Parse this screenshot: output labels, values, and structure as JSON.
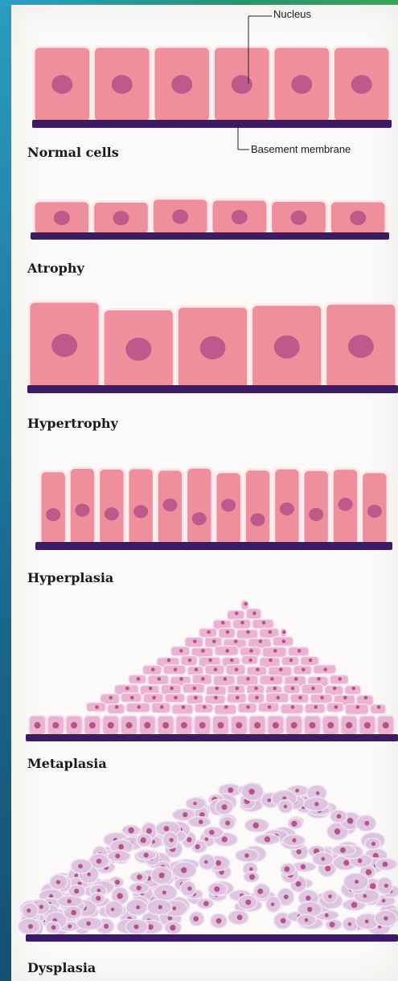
{
  "callouts": {
    "nucleus": "Nucleus",
    "basement_membrane": "Basement membrane"
  },
  "stages": [
    {
      "key": "normal",
      "label": "Normal cells"
    },
    {
      "key": "atrophy",
      "label": "Atrophy"
    },
    {
      "key": "hypertrophy",
      "label": "Hypertrophy"
    },
    {
      "key": "hyperplasia",
      "label": "Hyperplasia"
    },
    {
      "key": "metaplasia",
      "label": "Metaplasia"
    },
    {
      "key": "dysplasia",
      "label": "Dysplasia"
    }
  ],
  "colors": {
    "cell_fill": "#f08f9c",
    "cell_outline": "#fde7ea",
    "nucleus": "#b7538a",
    "membrane": "#3b1a66",
    "squamous_fill": "#eab3d2",
    "dysplasia_fill": "#ddc3df"
  }
}
